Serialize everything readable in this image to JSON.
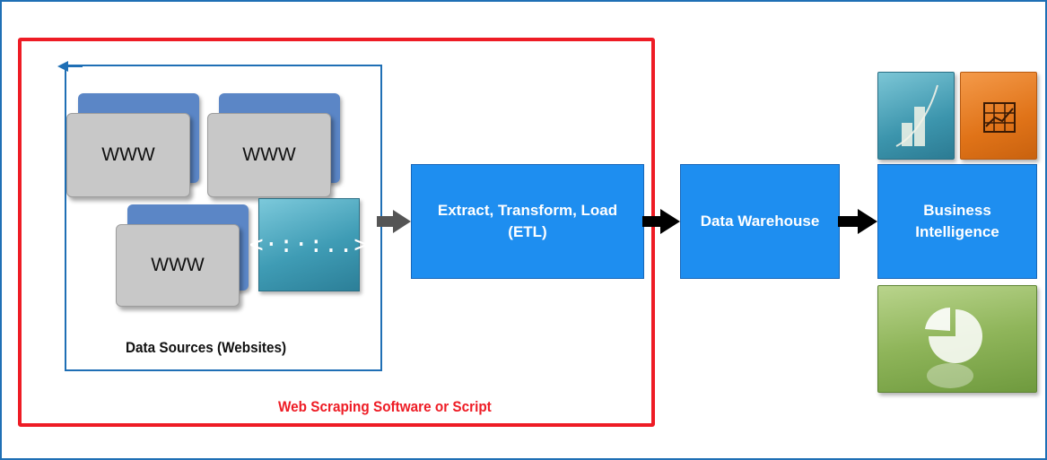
{
  "diagram": {
    "sources": {
      "cards": [
        "WWW",
        "WWW",
        "WWW"
      ],
      "code_symbol": "<·:·:..>",
      "label": "Data Sources (Websites)"
    },
    "etl": {
      "line1": "Extract, Transform, Load",
      "line2": "(ETL)"
    },
    "warehouse": {
      "label": "Data Warehouse"
    },
    "bi": {
      "line1": "Business",
      "line2": "Intelligence"
    },
    "scraper_label": "Web Scraping Software or Script",
    "colors": {
      "frame": "#1f6fb5",
      "scraper_border": "#ee1c25",
      "process_box": "#1e8ef0",
      "card_back": "#5b86c6",
      "card_front": "#c8c8c8"
    },
    "icons": [
      "loop-arrow-icon",
      "code-icon",
      "bar-chart-icon",
      "grid-chart-icon",
      "pie-chart-icon",
      "arrow-icon"
    ]
  }
}
